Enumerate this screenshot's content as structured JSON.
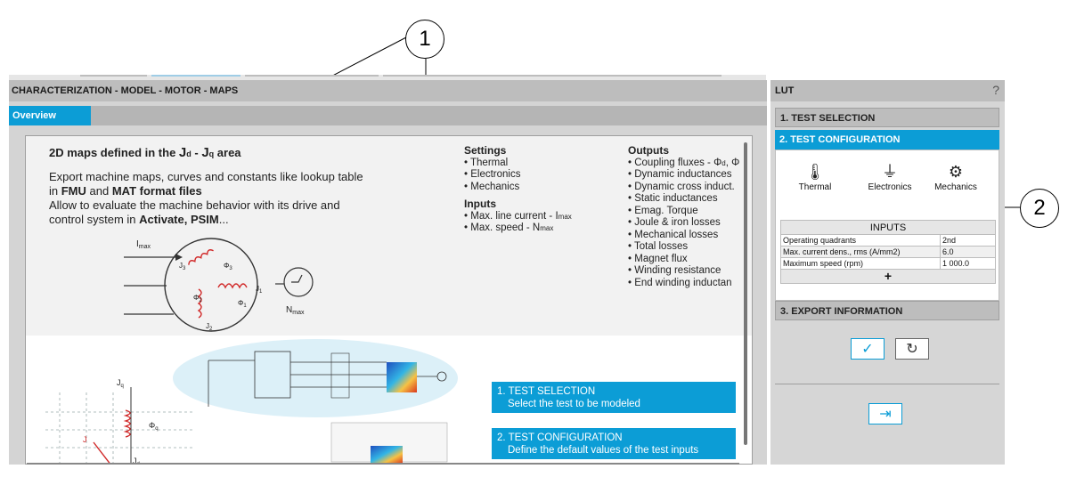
{
  "callouts": {
    "one": "1",
    "two": "2"
  },
  "main": {
    "header": "CHARACTERIZATION - MODEL - MOTOR - MAPS",
    "tab_overview": "Overview",
    "overview": {
      "title_prefix": "2D maps defined in the ",
      "title_jd": "J",
      "title_jd_sub": "d",
      "title_sep": " - ",
      "title_jq": "J",
      "title_jq_sub": "q",
      "title_suffix": " area",
      "desc_line1": "Export machine maps, curves and constants like lookup table",
      "desc_line2_pre": "in ",
      "desc_fmu": "FMU",
      "desc_line2_mid": " and ",
      "desc_mat": "MAT format files",
      "desc_line3": "Allow to evaluate the machine behavior with its drive and",
      "desc_line4_pre": "control system in ",
      "desc_activate": "Activate, PSIM",
      "desc_line4_post": "..."
    },
    "settings": {
      "title": "Settings",
      "items": [
        "Thermal",
        "Electronics",
        "Mechanics"
      ]
    },
    "inputs": {
      "title": "Inputs",
      "item1": "Max. line current - I",
      "item1_sub": "max",
      "item2": "Max. speed - N",
      "item2_sub": "max"
    },
    "outputs": {
      "title": "Outputs",
      "items": [
        "Coupling fluxes - Φ",
        "Dynamic inductances",
        "Dynamic cross induct.",
        "Static inductances",
        "Emag. Torque",
        "Joule & iron losses",
        "Mechanical losses",
        "Total losses",
        "Magnet flux",
        "Winding resistance",
        "End winding inductan"
      ],
      "flux_sub_d": "d",
      "flux_tail": ", Φ"
    },
    "diagram_labels": {
      "imax": "I",
      "imax_sub": "max",
      "nmax": "N",
      "nmax_sub": "max",
      "phi1": "Φ",
      "phi1_sub": "1",
      "phi2": "Φ",
      "phi2_sub": "2",
      "phi3": "Φ",
      "phi3_sub": "3",
      "j1": "J",
      "j1_sub": "1",
      "j2": "J",
      "j2_sub": "2",
      "j3": "J",
      "j3_sub": "3",
      "jq": "J",
      "jq_sub": "q",
      "jd": "J",
      "jd_sub": "d",
      "j": "J",
      "phiq": "Φ",
      "phiq_sub": "q"
    },
    "steps": {
      "step1_title": "1. TEST SELECTION",
      "step1_desc": "Select the test to be modeled",
      "step2_title": "2. TEST CONFIGURATION",
      "step2_desc": "Define the default values of the test inputs"
    }
  },
  "lut": {
    "header": "LUT",
    "help": "?",
    "sec1": "1. TEST SELECTION",
    "sec2": "2. TEST CONFIGURATION",
    "sec3": "3. EXPORT INFORMATION",
    "config_items": [
      "Thermal",
      "Electronics",
      "Mechanics"
    ],
    "inputs_header": "INPUTS",
    "rows": [
      {
        "label": "Operating quadrants",
        "value": "2nd"
      },
      {
        "label": "Max. current dens., rms (A/mm2)",
        "value": "6.0"
      },
      {
        "label": "Maximum speed (rpm)",
        "value": "1 000.0"
      }
    ],
    "plus": "+"
  },
  "colors": {
    "accent": "#0c9dd6",
    "panel": "#d4d4d4",
    "header": "#bdbdbd"
  }
}
